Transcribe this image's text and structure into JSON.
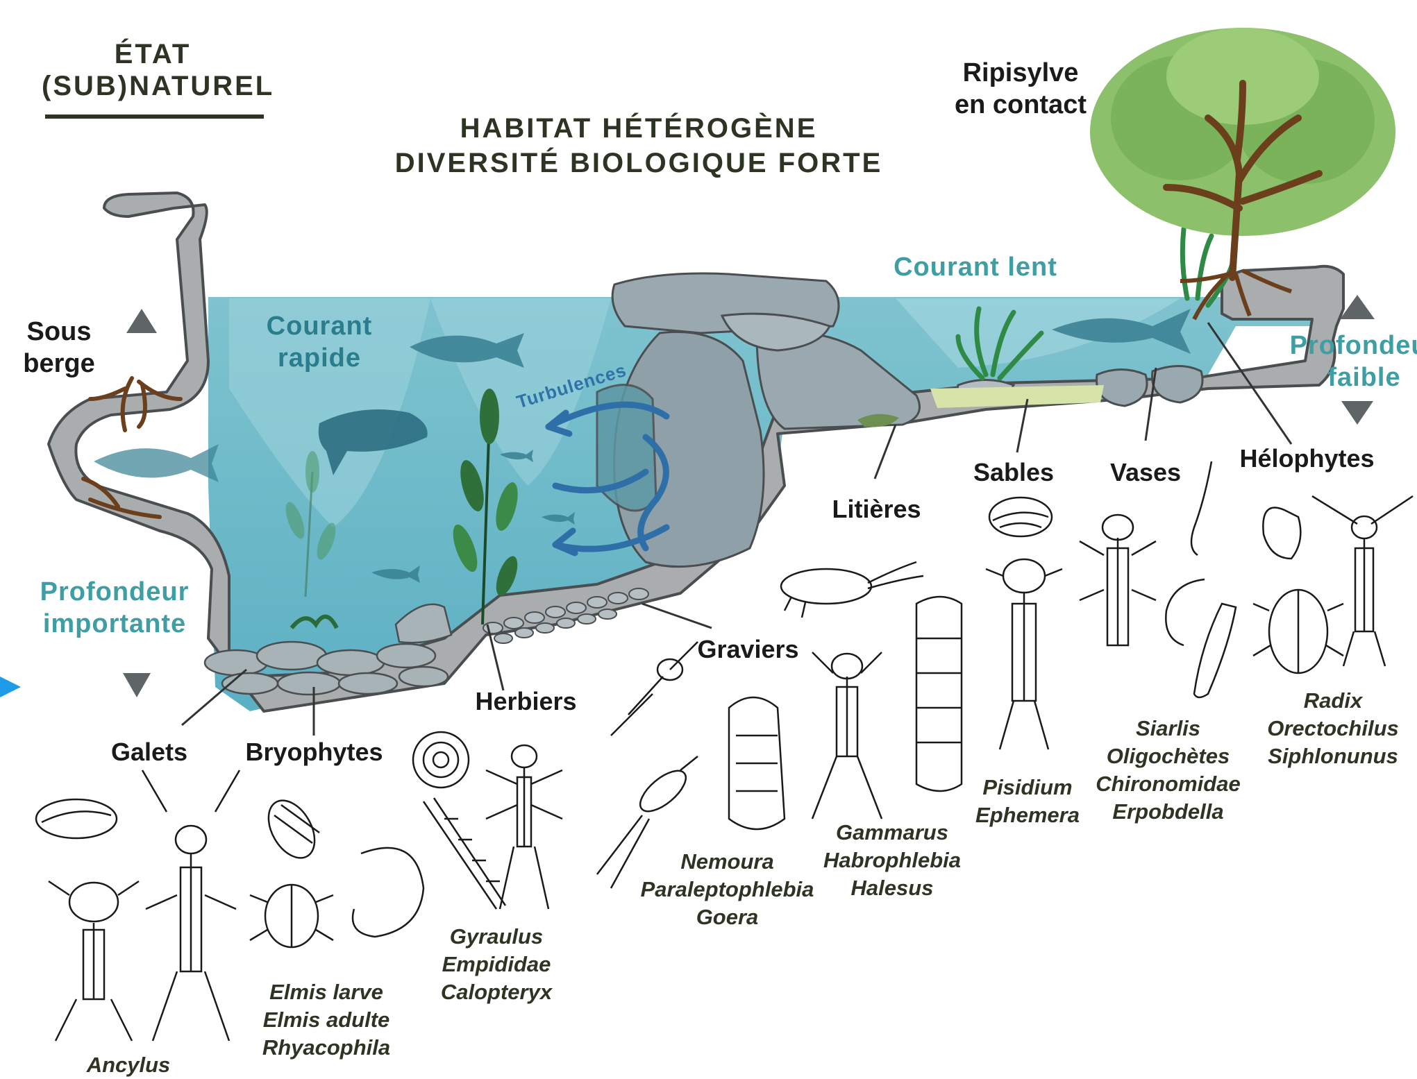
{
  "state_title": [
    "ÉTAT",
    "(SUB)NATUREL"
  ],
  "headline": [
    "HABITAT HÉTÉROGÈNE",
    "DIVERSITÉ BIOLOGIQUE FORTE"
  ],
  "riparian": [
    "Ripisylve",
    "en contact"
  ],
  "current_slow": "Courant lent",
  "current_fast": [
    "Courant",
    "rapide"
  ],
  "turbulence": "Turbulences",
  "undercut_bank": [
    "Sous",
    "berge"
  ],
  "depth_high": [
    "Profondeur",
    "importante"
  ],
  "depth_low": [
    "Profondeur",
    "faible"
  ],
  "habitats": {
    "galets": "Galets",
    "bryophytes": "Bryophytes",
    "herbiers": "Herbiers",
    "graviers": "Graviers",
    "litieres": "Litières",
    "sables": "Sables",
    "vases": "Vases",
    "helophytes": "Hélophytes"
  },
  "taxa": {
    "galets": [
      "Ancylus"
    ],
    "bryophytes": [
      "Elmis larve",
      "Elmis adulte",
      "Rhyacophila"
    ],
    "herbiers": [
      "Gyraulus",
      "Empididae",
      "Calopteryx"
    ],
    "graviers": [
      "Nemoura",
      "Paraleptophlebia",
      "Goera"
    ],
    "litieres": [
      "Gammarus",
      "Habrophlebia",
      "Halesus"
    ],
    "sables": [
      "Pisidium",
      "Ephemera"
    ],
    "vases": [
      "Siarlis",
      "Oligochètes",
      "Chironomidae",
      "Erpobdella"
    ],
    "helophytes": [
      "Radix",
      "Orectochilus",
      "Siphlonunus"
    ]
  },
  "colors": {
    "water": "#8cc9d4",
    "deep_water": "#5fb4c6",
    "bank": "#a9adae",
    "bank_stroke": "#4a4e50",
    "rock": "#9aa9b0",
    "text_dark": "#2e3424",
    "teal_label": "#3f9ea3",
    "arrow_blue": "#2f6fa8",
    "leaf_green": "#7fb85a",
    "trunk": "#6b3f1c"
  },
  "icons": [
    "up-triangle-icon",
    "down-triangle-icon",
    "fish-icon",
    "tree-icon",
    "insect-larva-icon",
    "snail-icon",
    "mussel-icon",
    "worm-icon",
    "beetle-icon"
  ]
}
